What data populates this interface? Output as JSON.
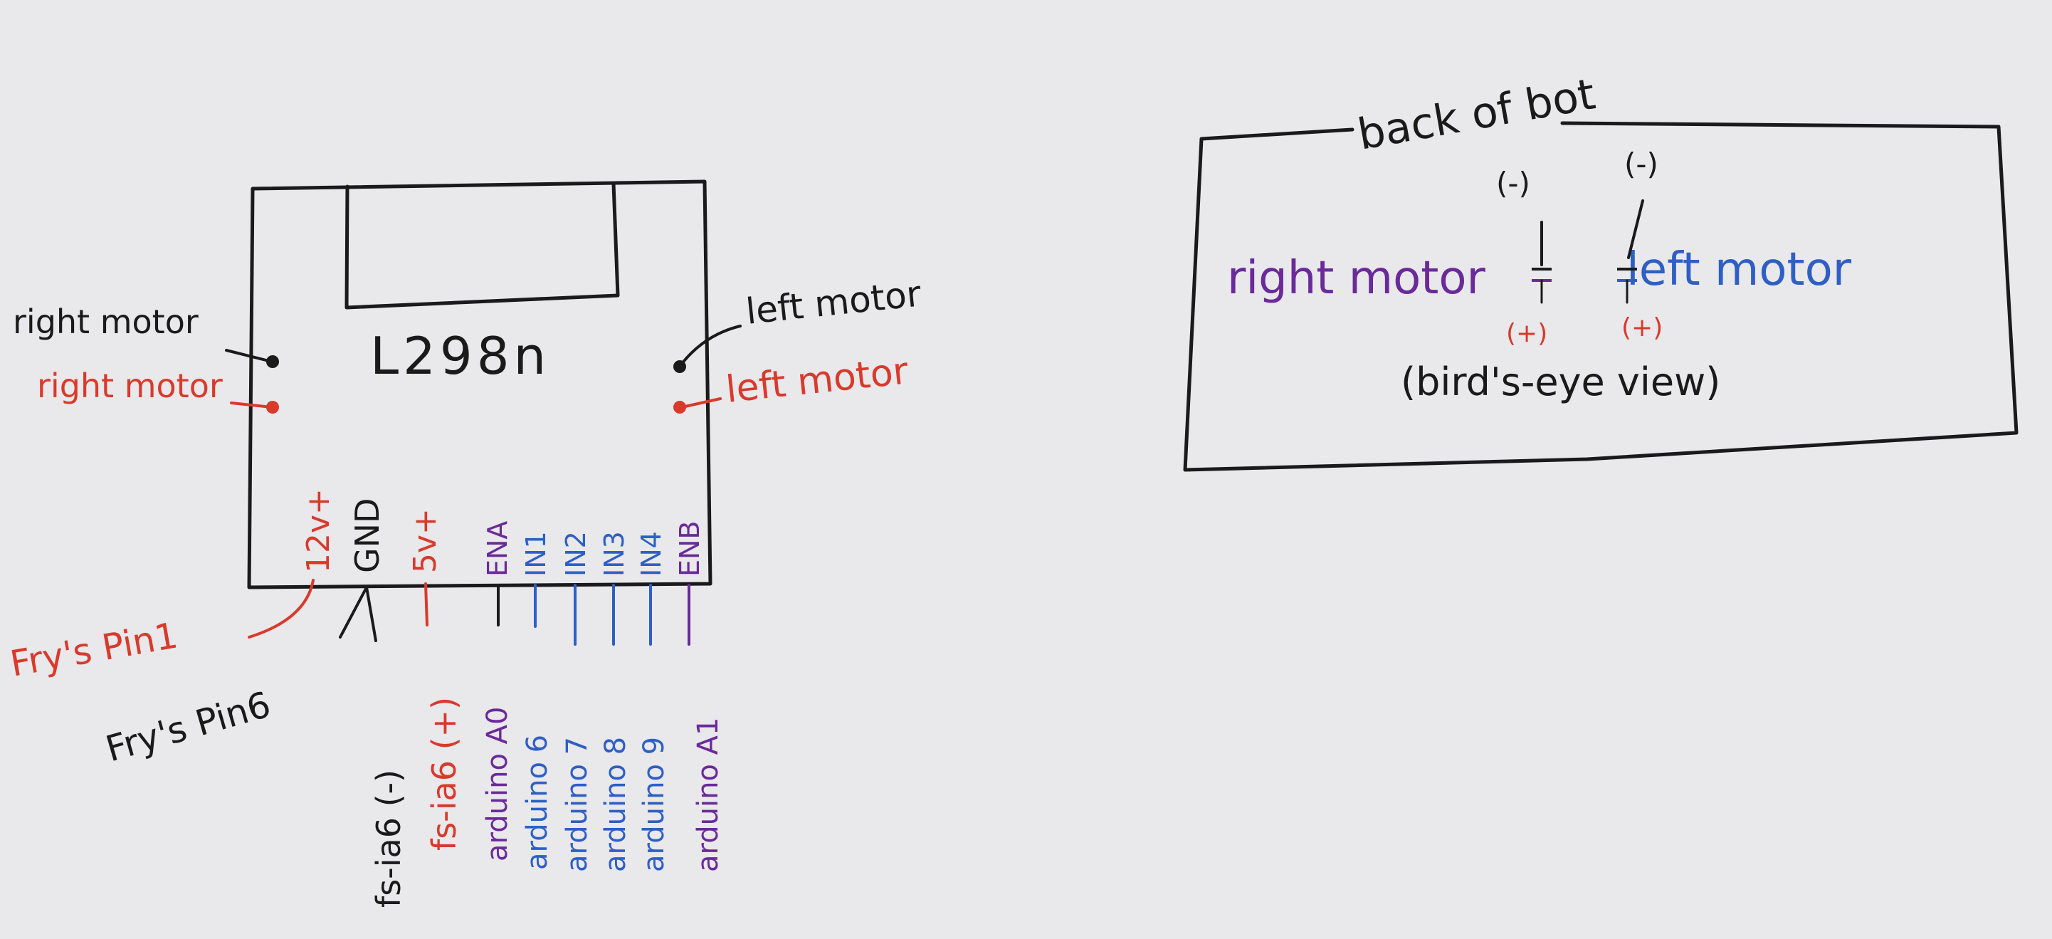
{
  "colors": {
    "paper": "#e9e8ea",
    "ink_black": "#1a1a1a",
    "ink_red": "#d83a2c",
    "ink_purple": "#6a2a9a",
    "ink_blue": "#2e5fc4"
  },
  "board": {
    "title": "L298n",
    "left_labels": {
      "right_motor_top": "right motor",
      "right_motor_bottom": "right motor"
    },
    "right_labels": {
      "left_motor_top": "left motor",
      "left_motor_bottom": "left motor"
    },
    "pins": [
      {
        "label": "12v+",
        "color": "red"
      },
      {
        "label": "GND",
        "color": "black"
      },
      {
        "label": "5v+",
        "color": "red"
      },
      {
        "label": "ENA",
        "color": "purple"
      },
      {
        "label": "IN1",
        "color": "blue"
      },
      {
        "label": "IN2",
        "color": "blue"
      },
      {
        "label": "IN3",
        "color": "blue"
      },
      {
        "label": "IN4",
        "color": "blue"
      },
      {
        "label": "ENB",
        "color": "purple"
      }
    ],
    "connections": [
      {
        "label": "Fry's Pin1",
        "color": "red"
      },
      {
        "label": "Fry's Pin6",
        "color": "black"
      },
      {
        "label": "fs-ia6 (-)",
        "color": "black"
      },
      {
        "label": "fs-ia6 (+)",
        "color": "red"
      },
      {
        "label": "arduino A0",
        "color": "purple"
      },
      {
        "label": "arduino 6",
        "color": "blue"
      },
      {
        "label": "arduino 7",
        "color": "blue"
      },
      {
        "label": "arduino 8",
        "color": "blue"
      },
      {
        "label": "arduino 9",
        "color": "blue"
      },
      {
        "label": "arduino A1",
        "color": "purple"
      }
    ]
  },
  "back_view": {
    "heading": "back of bot",
    "right_motor": "right motor",
    "left_motor": "left motor",
    "neg_left": "(-)",
    "neg_right": "(-)",
    "pos_left": "(+)",
    "pos_right": "(+)",
    "caption": "(bird's-eye view)"
  }
}
